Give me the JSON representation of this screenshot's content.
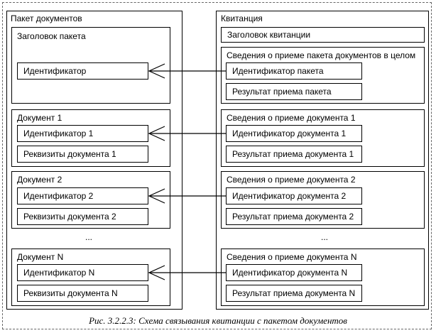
{
  "left": {
    "title": "Пакет документов",
    "header": {
      "title": "Заголовок пакета",
      "id_field": "Идентификатор"
    },
    "docs": [
      {
        "title": "Документ 1",
        "id_field": "Идентификатор 1",
        "req_field": "Реквизиты документа 1"
      },
      {
        "title": "Документ 2",
        "id_field": "Идентификатор 2",
        "req_field": "Реквизиты документа 2"
      },
      {
        "title": "Документ N",
        "id_field": "Идентификатор N",
        "req_field": "Реквизиты документа N"
      }
    ],
    "ellipsis": "..."
  },
  "right": {
    "title": "Квитанция",
    "header": {
      "title": "Заголовок квитанции"
    },
    "package_info": {
      "title": "Сведения о приеме пакета документов в целом",
      "id_field": "Идентификатор пакета",
      "result_field": "Результат приема пакета"
    },
    "docs": [
      {
        "title": "Сведения о приеме документа 1",
        "id_field": "Идентификатор документа 1",
        "result_field": "Результат приема документа 1"
      },
      {
        "title": "Сведения о приеме документа 2",
        "id_field": "Идентификатор документа 2",
        "result_field": "Результат приема документа 2"
      },
      {
        "title": "Сведения о приеме документа N",
        "id_field": "Идентификатор документа N",
        "result_field": "Результат приема документа N"
      }
    ],
    "ellipsis": "..."
  },
  "caption": "Рис. 3.2.2.3: Схема связывания квитанции с пакетом документов"
}
